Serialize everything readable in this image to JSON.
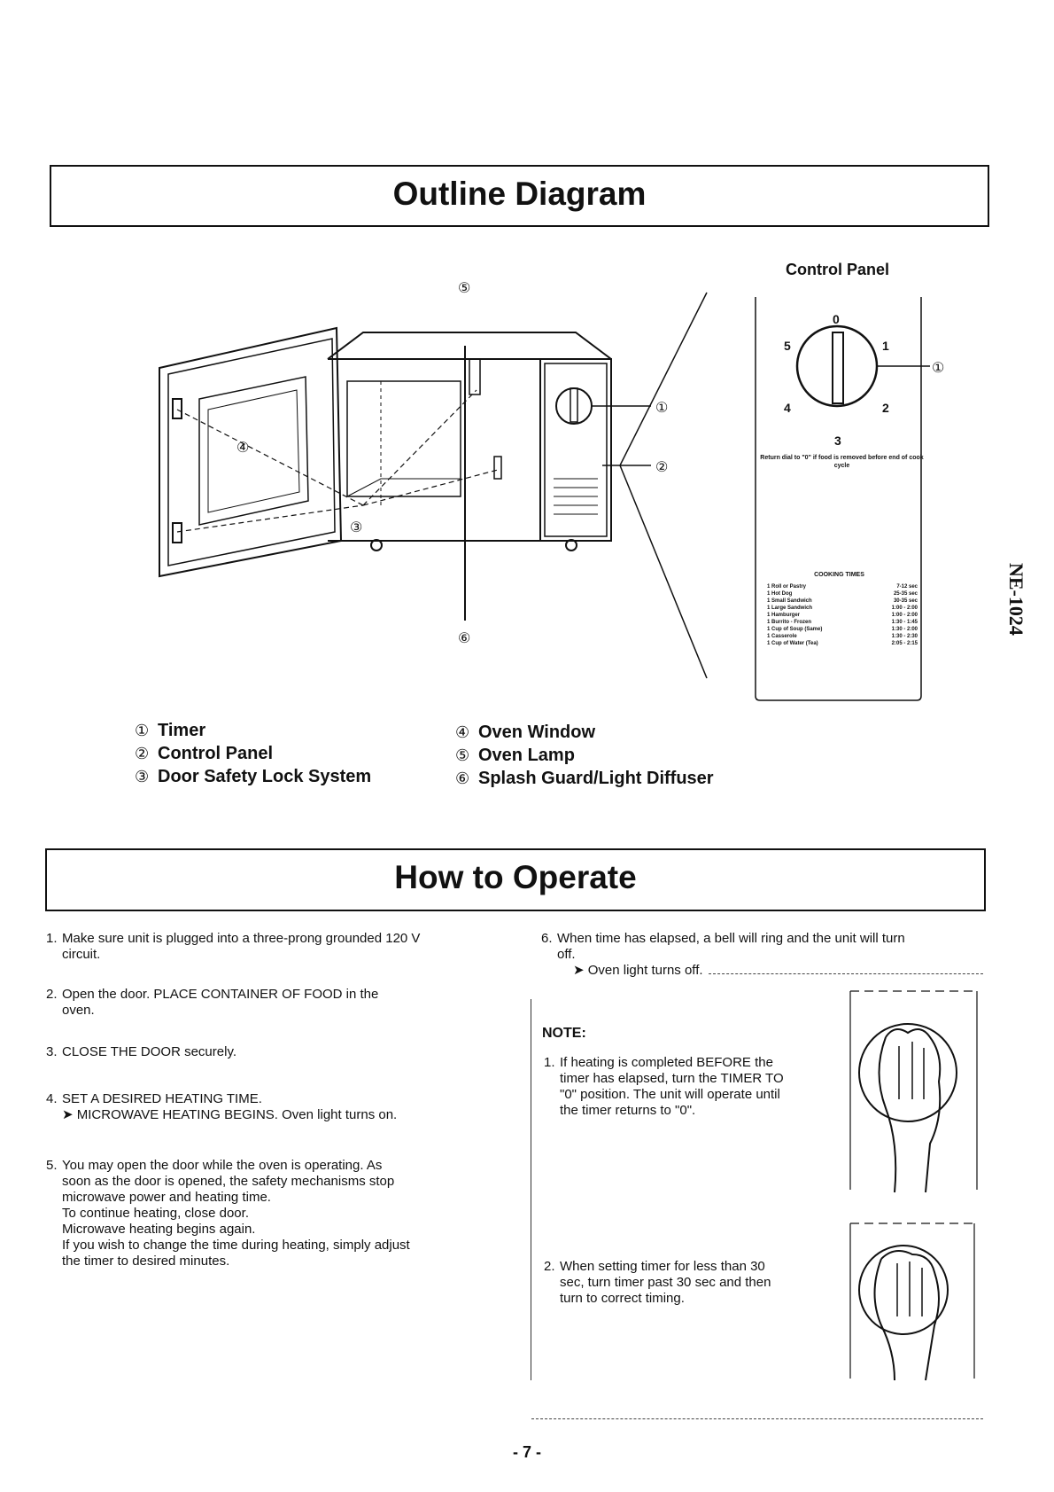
{
  "outline": {
    "title": "Outline Diagram",
    "control_panel_label": "Control Panel",
    "callouts": [
      "①",
      "②",
      "③",
      "④",
      "⑤",
      "⑥"
    ],
    "dial_numbers": [
      "0",
      "1",
      "2",
      "3",
      "4",
      "5"
    ],
    "dial_note": "Return dial to \"0\" if food is removed before end of cook cycle",
    "cooking_times_title": "COOKING TIMES",
    "cooking_times": [
      {
        "item": "1 Roll or Pastry",
        "time": "7-12 sec"
      },
      {
        "item": "1 Hot Dog",
        "time": "25-35 sec"
      },
      {
        "item": "1 Small Sandwich",
        "time": "30-35 sec"
      },
      {
        "item": "1 Large Sandwich",
        "time": "1:00 - 2:00"
      },
      {
        "item": "1 Hamburger",
        "time": "1:00 - 2:00"
      },
      {
        "item": "1 Burrito - Frozen",
        "time": "1:30 - 1:45"
      },
      {
        "item": "1 Cup of Soup (Same)",
        "time": "1:30 - 2:00"
      },
      {
        "item": "1 Casserole",
        "time": "1:30 - 2:30"
      },
      {
        "item": "1 Cup of Water (Tea)",
        "time": "2:05 - 2:15"
      }
    ],
    "legend": [
      {
        "num": "①",
        "label": "Timer"
      },
      {
        "num": "②",
        "label": "Control Panel"
      },
      {
        "num": "③",
        "label": "Door Safety Lock System"
      },
      {
        "num": "④",
        "label": "Oven Window"
      },
      {
        "num": "⑤",
        "label": "Oven Lamp"
      },
      {
        "num": "⑥",
        "label": "Splash Guard/Light Diffuser"
      }
    ],
    "model": "NE-1024"
  },
  "operate": {
    "title": "How to Operate",
    "steps": [
      {
        "n": "1.",
        "lines": [
          "Make sure unit is plugged into a three-prong grounded 120 V",
          "circuit."
        ]
      },
      {
        "n": "2.",
        "lines": [
          "Open the door.  PLACE CONTAINER OF FOOD in the",
          "oven."
        ]
      },
      {
        "n": "3.",
        "lines": [
          "CLOSE THE DOOR securely."
        ]
      },
      {
        "n": "4.",
        "lines": [
          "SET A DESIRED HEATING TIME."
        ],
        "sub": "➤ MICROWAVE HEATING BEGINS.  Oven light turns on."
      },
      {
        "n": "5.",
        "lines": [
          "You may open the door while the oven is operating.  As",
          "soon as the door is opened, the safety mechanisms stop",
          "microwave power and heating time.",
          "To continue heating, close door.",
          "Microwave heating begins again.",
          "If you wish to change the time during heating, simply adjust",
          "the timer to desired minutes."
        ]
      },
      {
        "n": "6.",
        "lines": [
          "When time has elapsed, a bell will ring and the unit will turn",
          "off."
        ],
        "sub": "➤ Oven light turns off."
      }
    ],
    "note_title": "NOTE:",
    "notes": [
      {
        "n": "1.",
        "lines": [
          "If heating is completed BEFORE the",
          "timer has elapsed, turn the TIMER TO",
          "\"0\" position.  The unit will operate until",
          "the timer returns to \"0\"."
        ]
      },
      {
        "n": "2.",
        "lines": [
          "When setting timer for less than 30",
          "sec, turn timer past 30 sec and then",
          "turn to correct timing."
        ]
      }
    ]
  },
  "page_number": "- 7 -"
}
